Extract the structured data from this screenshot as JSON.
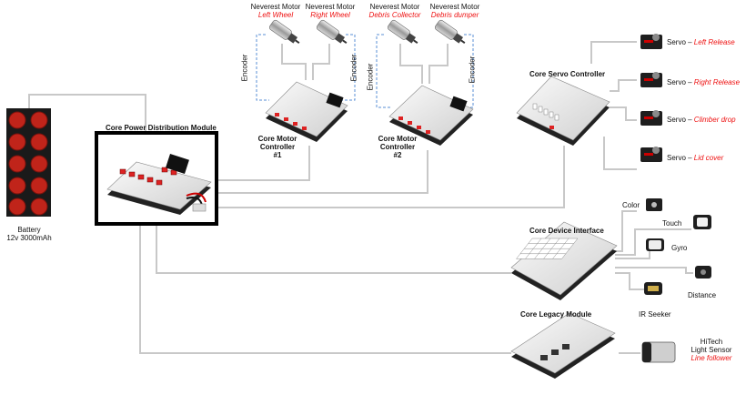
{
  "battery": {
    "label_line1": "Battery",
    "label_line2": "12v 3000mAh"
  },
  "pdm": {
    "title": "Core Power Distribution  Module"
  },
  "motors": [
    {
      "brand": "Neverest Motor",
      "role": "Left Wheel"
    },
    {
      "brand": "Neverest Motor",
      "role": "Right Wheel"
    },
    {
      "brand": "Neverest Motor",
      "role": "Debris Collector"
    },
    {
      "brand": "Neverest Motor",
      "role": "Debris dumper"
    }
  ],
  "encoder_label": "Encoder",
  "motor_controllers": [
    {
      "line1": "Core Motor",
      "line2": "Controller",
      "line3": "#1"
    },
    {
      "line1": "Core Motor",
      "line2": "Controller",
      "line3": "#2"
    }
  ],
  "servo_controller": {
    "title": "Core Servo Controller"
  },
  "servos": [
    {
      "prefix": "Servo – ",
      "role": "Left Release"
    },
    {
      "prefix": "Servo – ",
      "role": "Right Release"
    },
    {
      "prefix": "Servo – ",
      "role": "Climber drop"
    },
    {
      "prefix": "Servo – ",
      "role": "Lid cover"
    }
  ],
  "device_interface": {
    "title": "Core Device Interface"
  },
  "sensors": {
    "color": "Color",
    "touch": "Touch",
    "gyro": "Gyro",
    "distance": "Distance",
    "ir": "IR Seeker"
  },
  "legacy": {
    "title": "Core Legacy Module"
  },
  "light_sensor": {
    "line1": "HiTech",
    "line2": "Light Sensor",
    "role": "Line follower"
  },
  "colors": {
    "wire": "#c8c8c8",
    "accent_red": "#e11111",
    "battery_red": "#c0241a",
    "case": "#e8e8e8"
  }
}
